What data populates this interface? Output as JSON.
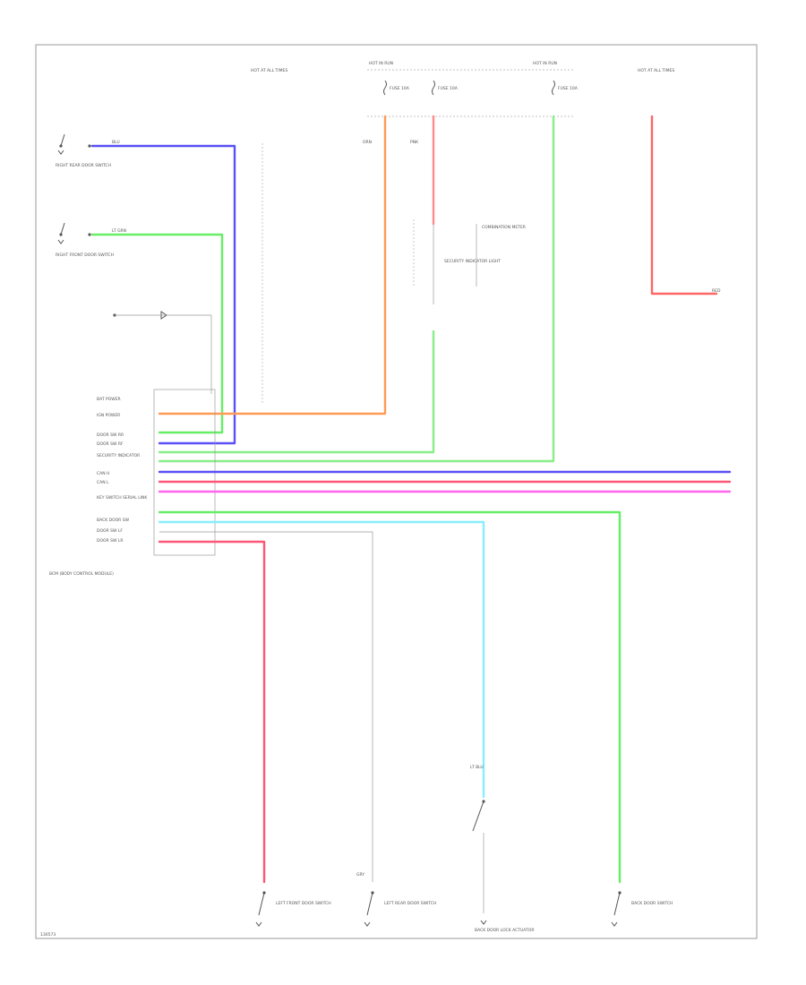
{
  "colors": {
    "blue": "#5a50f5",
    "green": "#66ee66",
    "orange": "#ff9a55",
    "pink": "#ff8c8c",
    "red": "#ff6666",
    "magenta": "#ff66ee",
    "hotpink": "#ff5577",
    "cyan": "#88eeff",
    "gray": "#bbbbbb"
  },
  "icons": {
    "switch": "switch-icon",
    "ground": "ground-icon",
    "fuse": "fuse-icon",
    "diode": "diode-icon",
    "splice": "splice-dot-icon"
  },
  "components": {
    "hot_at_all_times_1": "HOT AT ALL TIMES",
    "hot_in_run_1": "HOT IN RUN",
    "hot_in_run_2": "HOT IN RUN",
    "hot_at_all_times_2": "HOT AT ALL TIMES",
    "fuse_1": "FUSE 10A",
    "fuse_2": "FUSE 10A",
    "fuse_3": "FUSE 10A",
    "rear_door_switch": "RIGHT REAR DOOR SWITCH",
    "right_front_door_switch": "RIGHT FRONT DOOR SWITCH",
    "security_light": "SECURITY INDICATOR LIGHT",
    "combination_meter": "COMBINATION METER",
    "module": "BCM (BODY CONTROL MODULE)",
    "left_front_door_switch": "LEFT FRONT DOOR SWITCH",
    "left_rear_door_switch": "LEFT REAR DOOR SWITCH",
    "back_door_switch": "BACK DOOR SWITCH",
    "door_lock_unit": "BACK DOOR LOCK ACTUATOR"
  },
  "module_pins": [
    "BAT POWER",
    "IGN POWER",
    "DOOR SW RR",
    "DOOR SW RF",
    "SECURITY INDICATOR",
    "CAN H",
    "CAN L",
    "KEY SWITCH SERIAL LINK",
    "BACK DOOR SW",
    "DOOR SW LF",
    "DOOR SW LR"
  ],
  "wire_labels": {
    "blue": "BLU",
    "green": "LT GRN",
    "orange": "ORN",
    "pink": "PNK",
    "red": "RED",
    "cyan": "LT BLU",
    "gray": "GRY"
  },
  "footer_code": "130573"
}
